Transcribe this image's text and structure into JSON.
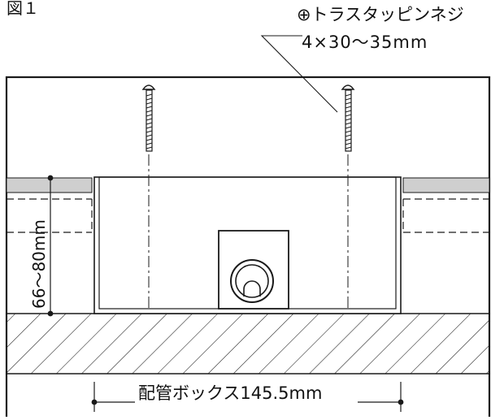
{
  "figure_label": "図１",
  "screw": {
    "spec_line1": "⊕トラスタッピンネジ",
    "spec_line2": "4×30～35mm"
  },
  "dimensions": {
    "depth_range": "66～80mm",
    "box_width": "配管ボックス145.5mm"
  },
  "colors": {
    "line": "#1a1a1a",
    "board_fill": "#cfcfcf",
    "background": "#ffffff"
  }
}
